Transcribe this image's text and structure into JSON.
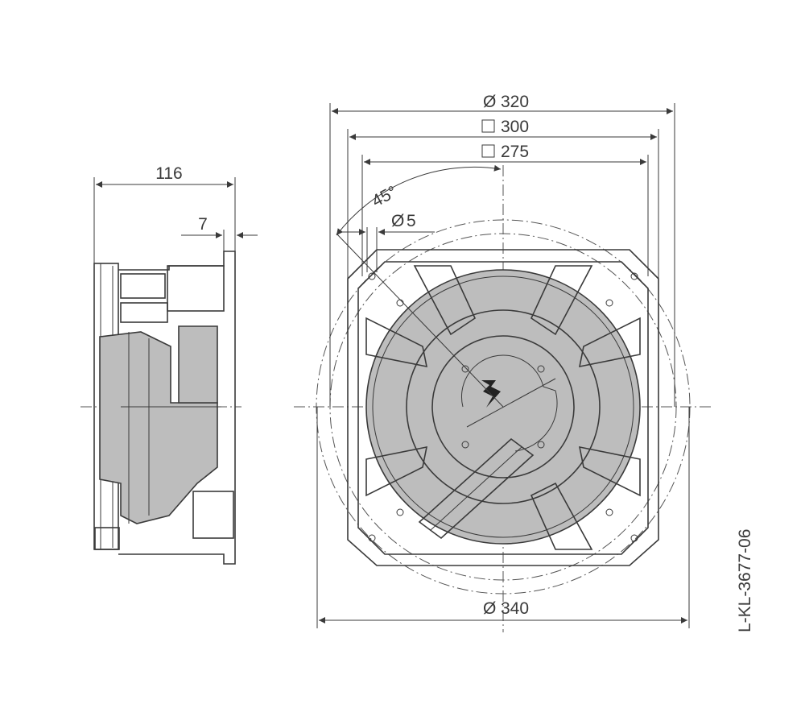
{
  "side_view": {
    "overall_depth": "116",
    "flange_depth": "7"
  },
  "front_view": {
    "dim_outer_circle": "320",
    "dim_square_outer": "300",
    "dim_hole_spacing": "275",
    "dim_hole_angle": "45°",
    "dim_hole_diameter": "5",
    "dim_overall_circle": "340"
  },
  "drawing_id": "L-KL-3677-06",
  "colors": {
    "line": "#3a3a3a",
    "fill": "#bdbdbd",
    "background": "#ffffff"
  }
}
